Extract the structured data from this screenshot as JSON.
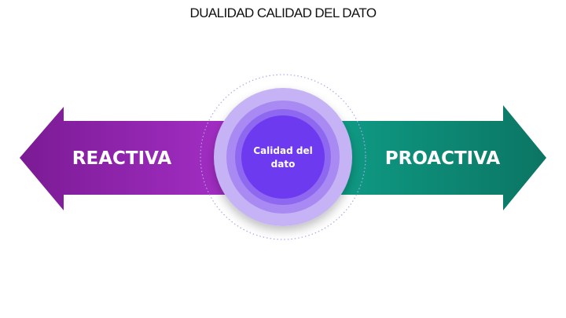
{
  "title": "DUALIDAD CALIDAD DEL DATO",
  "left_arrow": {
    "label": "REACTIVA",
    "color_start": "#7b1b94",
    "color_end": "#a52fc7"
  },
  "right_arrow": {
    "label": "PROACTIVA",
    "color_start": "#0e9c86",
    "color_end": "#0c7563"
  },
  "center": {
    "lines": [
      "Calidad del",
      "dato"
    ],
    "ring_colors": [
      "#c5b3f5",
      "#a98af3",
      "#8f68f1",
      "#6e3aef"
    ]
  }
}
